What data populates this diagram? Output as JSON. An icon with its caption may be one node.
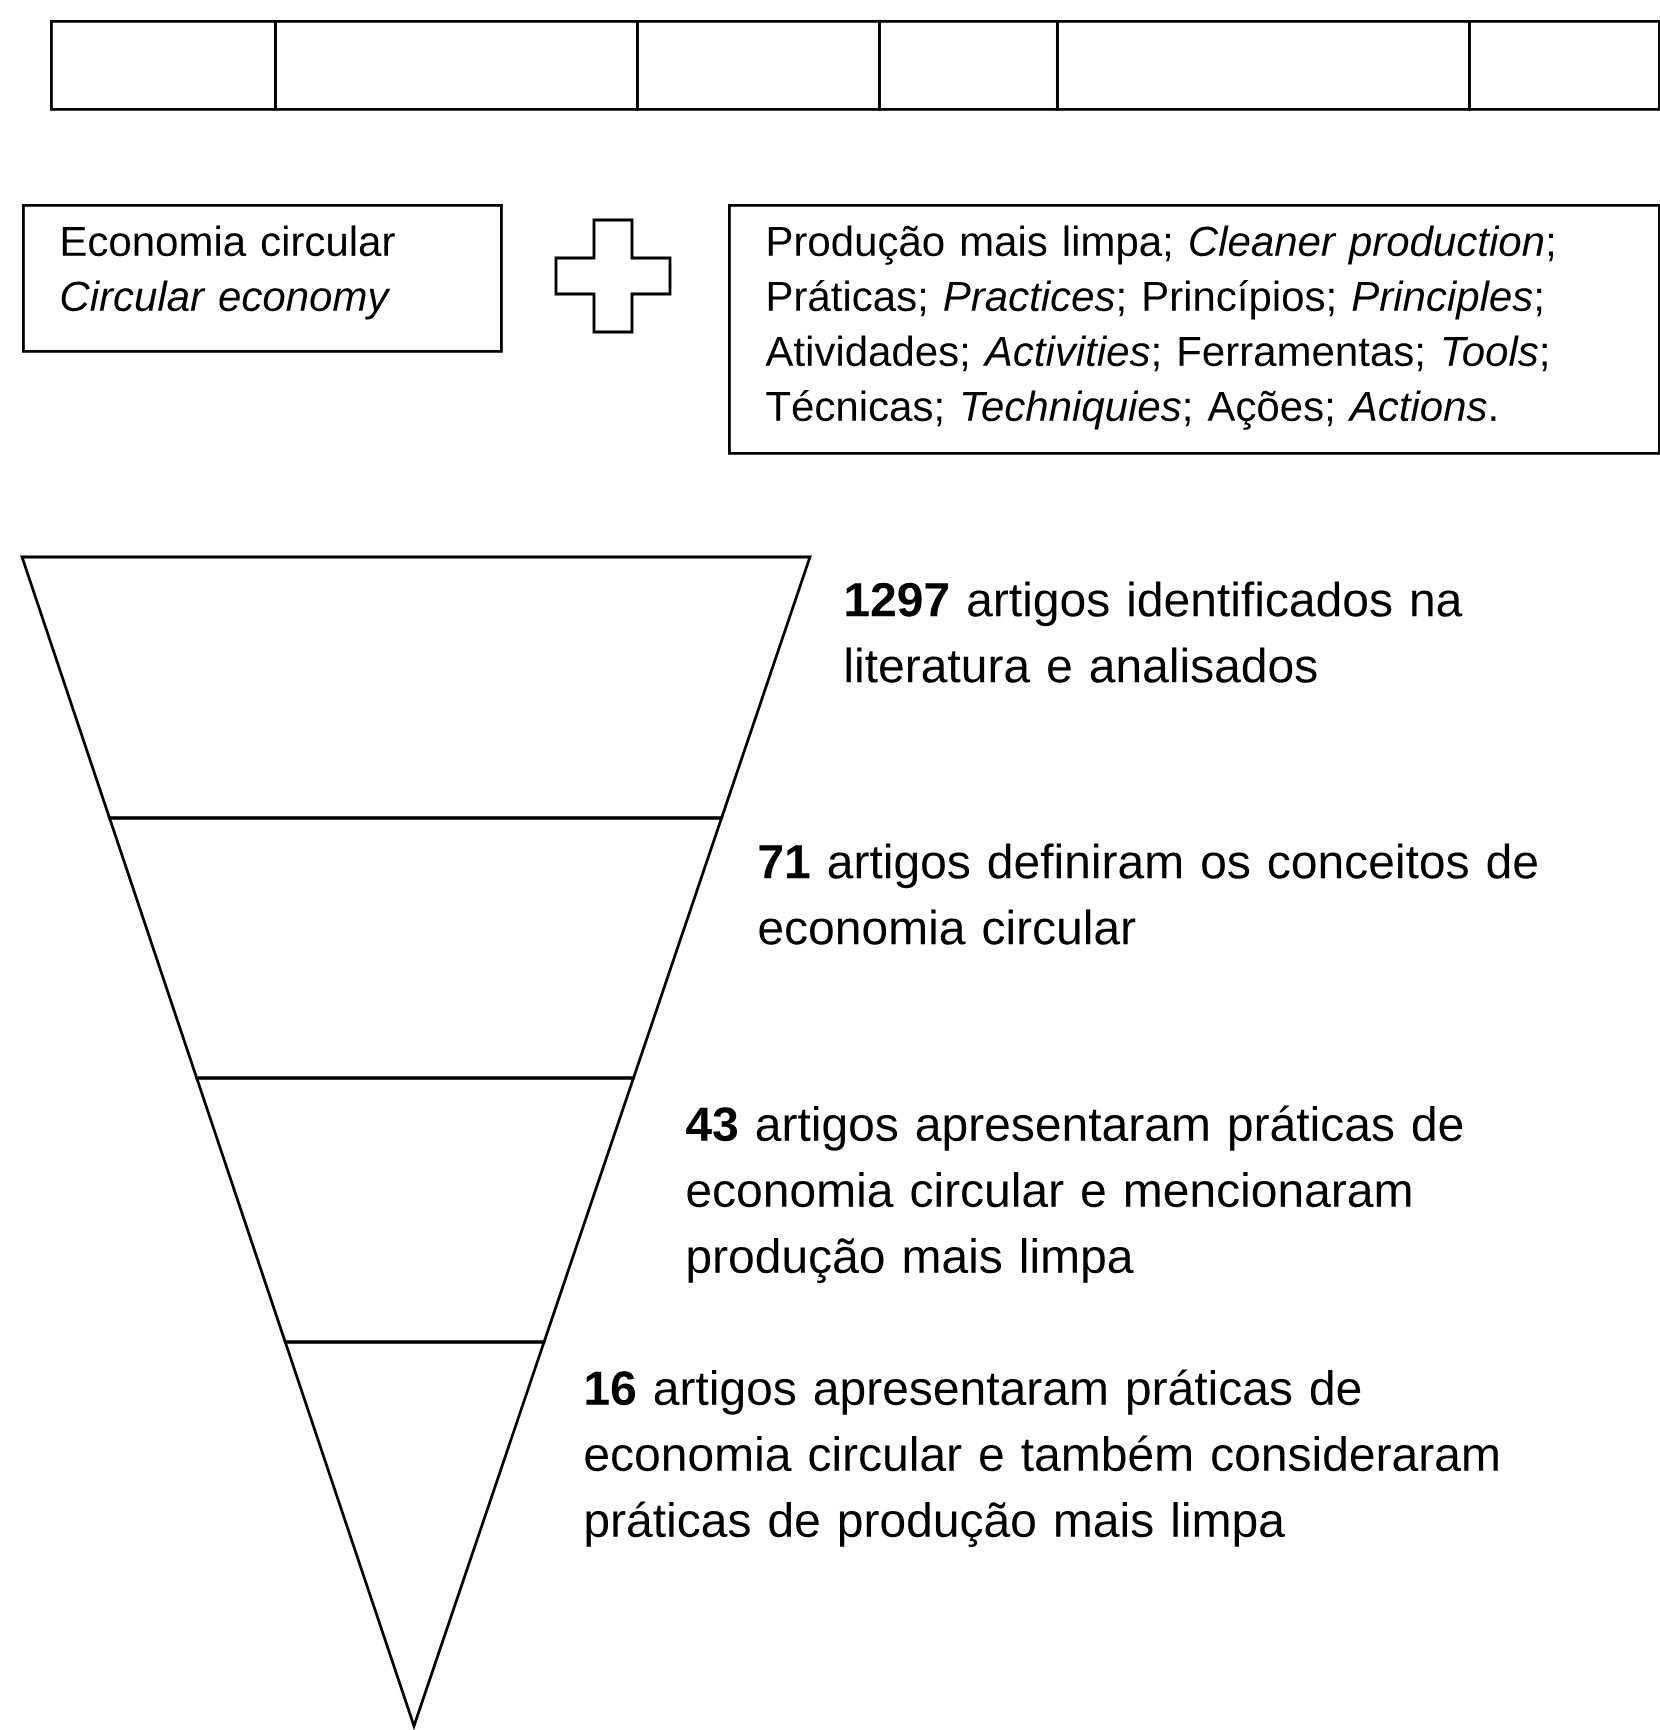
{
  "diagram": {
    "nodes": [
      {
        "text": [],
        "shape": "box"
      },
      {
        "text": [],
        "shape": "box"
      },
      {
        "text": [],
        "shape": "box"
      },
      {
        "text": [],
        "shape": "box"
      },
      {
        "text": [],
        "shape": "box"
      },
      {
        "text": [],
        "shape": "box"
      },
      {
        "text": [
          "Economia circular",
          "Circular economy"
        ]
      },
      {
        "text": [
          "Produção mais limpa; *Cleaner production*; Práticas; *Practices*; Princípios; *Principles*; Atividades; *Activities*; Ferramentas; *Tools*; Técnicas; *Techniquies*; Ações; *Actions*."
        ]
      },
      {
        "text": [],
        "shape": "trapezoid",
        "beside": [
          "**1297** artigos identificados na literatura e analisados"
        ]
      },
      {
        "text": [],
        "shape": "trapezoid",
        "beside": [
          "**71** artigos definiram os conceitos de economia circular"
        ]
      },
      {
        "text": [],
        "shape": "trapezoid",
        "beside": [
          "**43** artigos apresentaram práticas de economia circular e mencionaram produção mais limpa"
        ]
      },
      {
        "text": [],
        "shape": "triangle",
        "beside": [
          "**16** artigos apresentaram práticas de economia circular e também consideraram práticas de produção mais limpa"
        ]
      }
    ],
    "edges": []
  }
}
